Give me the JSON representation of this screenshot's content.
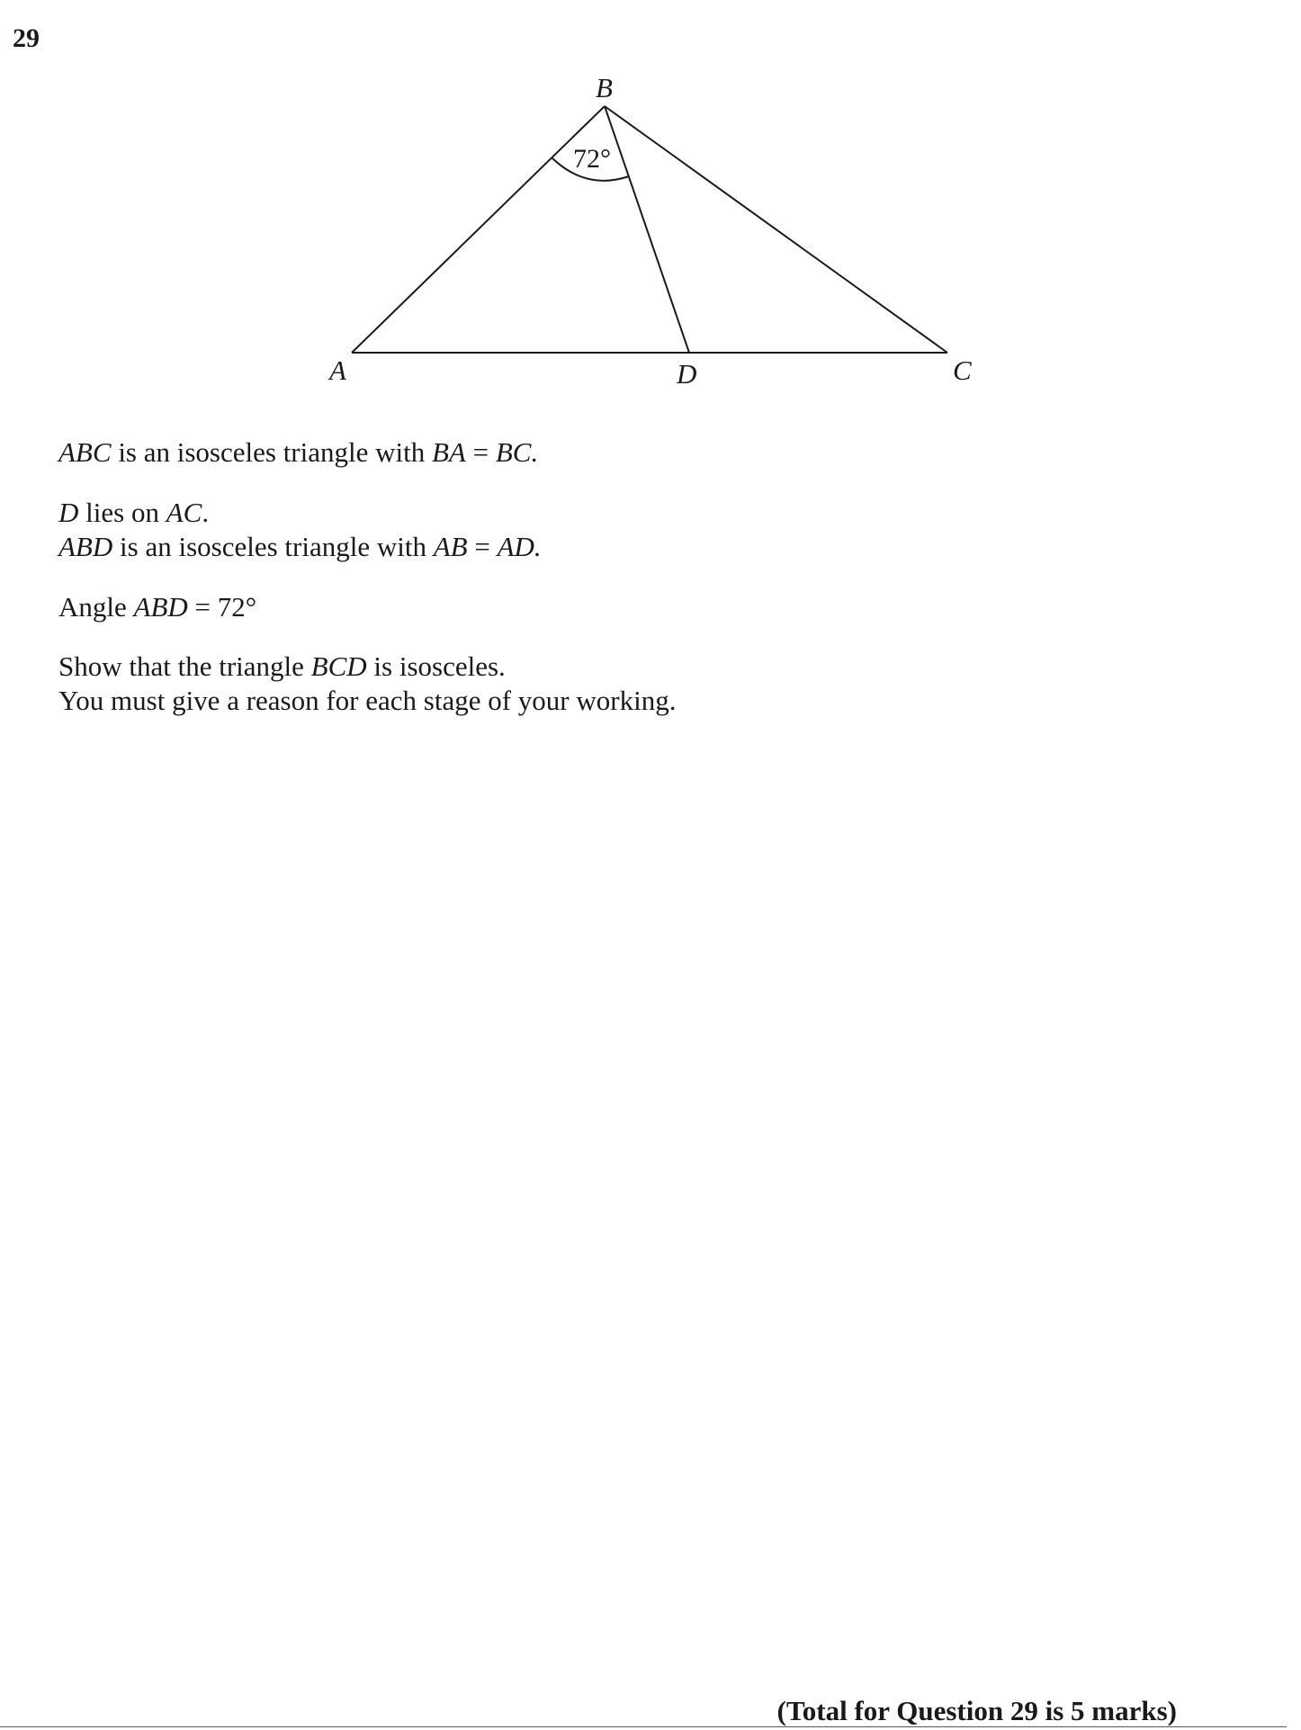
{
  "question": {
    "number": "29",
    "diagram": {
      "vertex_labels": {
        "a": "A",
        "b": "B",
        "c": "C",
        "d": "D"
      },
      "angle_label": "72°"
    },
    "statements": {
      "s1": {
        "t1": "ABC",
        "t2": " is an isosceles triangle with ",
        "t3": "BA",
        "t4": " = ",
        "t5": "BC."
      },
      "s2": {
        "t1": "D",
        "t2": " lies on ",
        "t3": "AC",
        "t4": "."
      },
      "s3": {
        "t1": "ABD",
        "t2": " is an isosceles triangle with ",
        "t3": "AB",
        "t4": " = ",
        "t5": "AD."
      },
      "s4": {
        "t1": "Angle ",
        "t2": "ABD",
        "t3": " = 72°"
      },
      "s5": {
        "t1": "Show that the triangle ",
        "t2": "BCD",
        "t3": " is isosceles."
      },
      "s6": {
        "t1": "You must give a reason for each stage of your working."
      }
    },
    "total": "(Total for Question 29 is 5 marks)"
  }
}
